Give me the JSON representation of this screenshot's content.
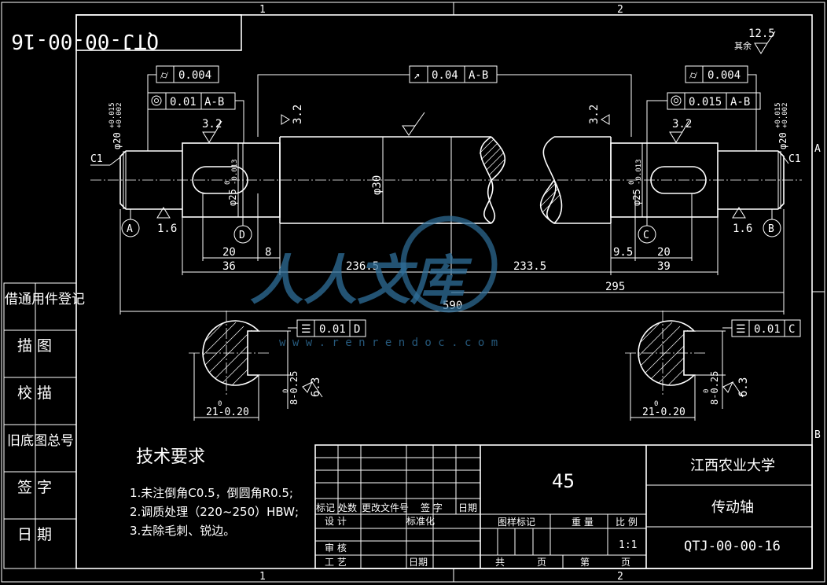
{
  "drawing_number_mirrored": "QTJ-00-00-16",
  "zone_labels": {
    "top_1": "1",
    "top_2": "2",
    "bottom_1": "1",
    "bottom_2": "2",
    "right_a": "A",
    "right_b": "B"
  },
  "roughness_other": {
    "label": "其余",
    "value": "12.5"
  },
  "gdt": {
    "left_cyl": "0.004",
    "left_conc_val": "0.01",
    "left_conc_ref": "A-B",
    "runout_val": "0.04",
    "runout_ref": "A-B",
    "right_cyl": "0.004",
    "right_conc_val": "0.015",
    "right_conc_ref": "A-B",
    "sec_left_sym_val": "0.01",
    "sec_left_sym_ref": "D",
    "sec_right_sym_val": "0.01",
    "sec_right_sym_ref": "C"
  },
  "roughness": {
    "r32": "3.2",
    "r16": "1.6",
    "r63": "6.3"
  },
  "datums": {
    "a": "A",
    "b": "B",
    "c": "C",
    "d": "D"
  },
  "chamfer": "C1",
  "dims": {
    "d20_left": "φ20+0.015/+0.002",
    "d20_right": "φ20+0.015/+0.002",
    "d25_left": "φ25-0.013/0",
    "d25_right": "φ25-0.013/0",
    "d30": "φ30",
    "l20_left": "20",
    "l36": "36",
    "l8": "8",
    "l236": "236.5",
    "l233": "233.5",
    "l95": "9.5",
    "l20_right": "20",
    "l39": "39",
    "l295": "295",
    "l590": "590",
    "sec_width": "21-0.20",
    "sec_key": "8-0.25"
  },
  "left_column": [
    "借通用件登记",
    "描  图",
    "校  描",
    "旧底图总号",
    "签  字",
    "日  期"
  ],
  "tech_req": {
    "title": "技术要求",
    "items": [
      "1.未注倒角C0.5，倒圆角R0.5;",
      "2.调质处理（220~250）HBW;",
      "3.去除毛刺、锐边。"
    ]
  },
  "title_block": {
    "row_headers": [
      "标记",
      "处数",
      "更改文件号",
      "签 字",
      "日期"
    ],
    "design": "设 计",
    "standard": "标准化",
    "review": "审 核",
    "process": "工 艺",
    "date": "日期",
    "material": "45",
    "stage_mark": "图样标记",
    "weight": "重 量",
    "scale": "比 例",
    "scale_value": "1:1",
    "total": "共",
    "pages": "页",
    "sheet": "第",
    "sheet_pages": "页",
    "company": "江西农业大学",
    "part_name": "传动轴",
    "drawing_no": "QTJ-00-00-16"
  },
  "watermark": {
    "text": "人人文库",
    "url": "w w w . r e n r e n d o c . c o m"
  }
}
